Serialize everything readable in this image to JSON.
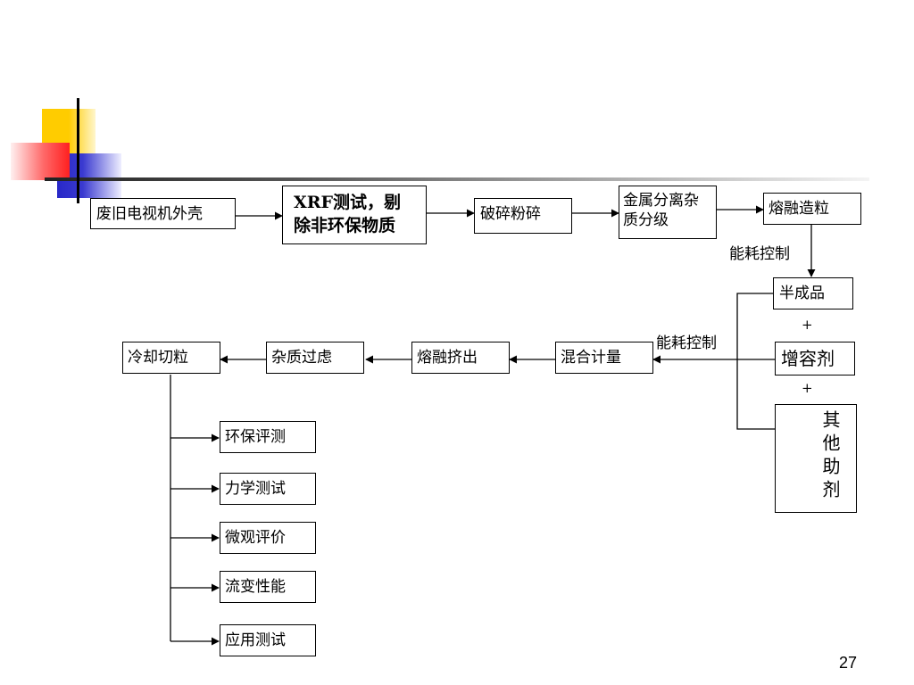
{
  "steps": {
    "tv_housing": "废旧电视机外壳",
    "xrf_test": "XRF测试，剔除非环保物质",
    "crushing": "破碎粉碎",
    "metal_separation": "金属分离杂质分级",
    "melt_granulation": "熔融造粒",
    "semi_product": "半成品",
    "compatibilizer": "增容剂",
    "other_additives": "其他助剂",
    "mix_metering": "混合计量",
    "melt_extrusion": "熔融挤出",
    "impurity_filter": "杂质过虑",
    "cool_cut": "冷却切粒"
  },
  "tests": [
    "环保评测",
    "力学测试",
    "微观评价",
    "流变性能",
    "应用测试"
  ],
  "labels": {
    "energy_control_1": "能耗控制",
    "energy_control_2": "能耗控制",
    "plus_1": "+",
    "plus_2": "+"
  },
  "page_number": "27"
}
